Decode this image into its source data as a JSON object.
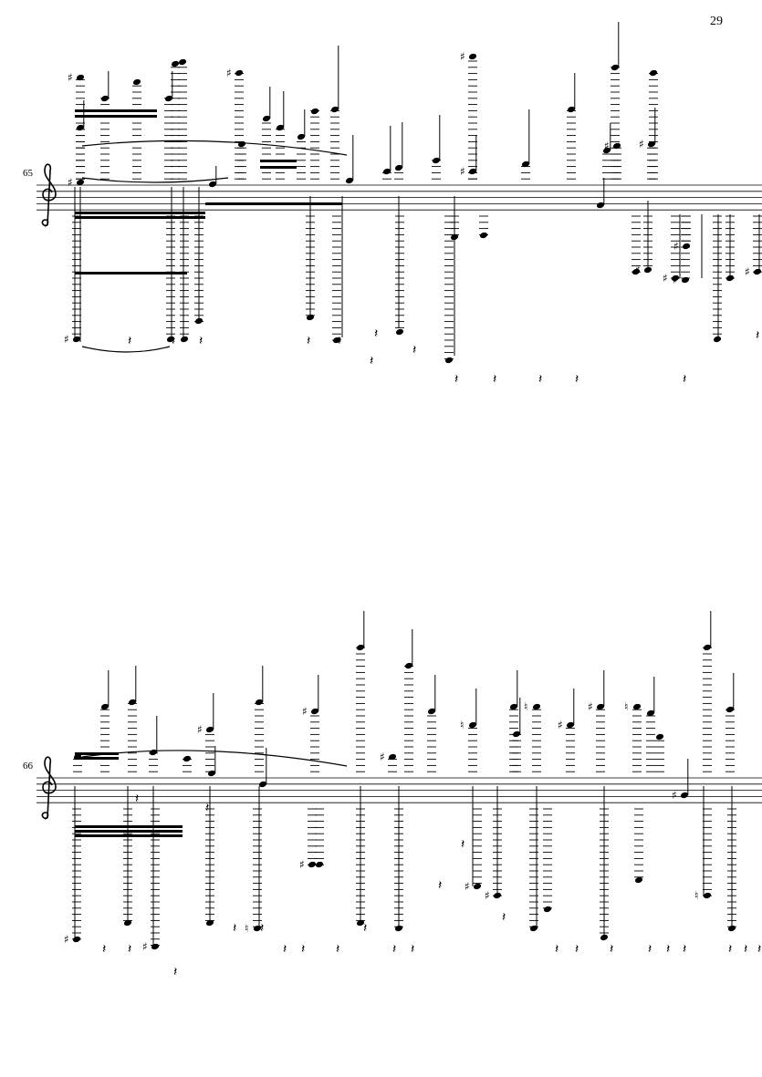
{
  "page": {
    "number": "29"
  },
  "systems": [
    {
      "measure_number": "65",
      "clef": "treble"
    },
    {
      "measure_number": "66",
      "clef": "treble"
    }
  ],
  "colors": {
    "ink": "#000000",
    "paper": "#ffffff"
  }
}
